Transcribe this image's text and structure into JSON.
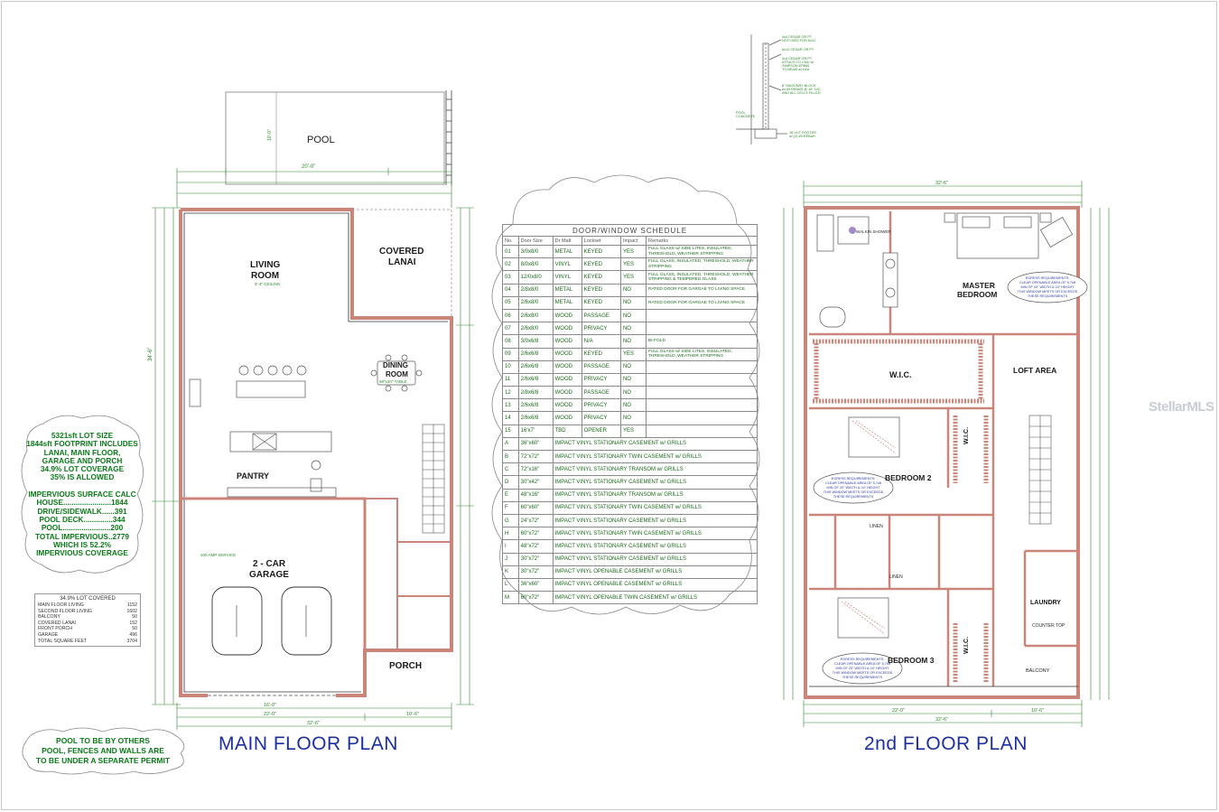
{
  "titles": {
    "main": "MAIN FLOOR PLAN",
    "second": "2nd FLOOR PLAN"
  },
  "watermark": "StellarMLS",
  "rooms_main": {
    "pool": "POOL",
    "living_1": "LIVING",
    "living_2": "ROOM",
    "living_ceiling": "9'-4\" CEILING",
    "covered_lanai_1": "COVERED",
    "covered_lanai_2": "LANAI",
    "dining_1": "DINING",
    "dining_2": "ROOM",
    "dining_table": "68\"x40\" TABLE",
    "pantry": "PANTRY",
    "garage_1": "2 - CAR",
    "garage_2": "GARAGE",
    "porch": "PORCH",
    "service": "200 AMP SERVICE"
  },
  "rooms_second": {
    "master_1": "MASTER",
    "master_2": "BEDROOM",
    "wic": "W.I.C.",
    "loft": "LOFT AREA",
    "bedroom2": "BEDROOM 2",
    "bedroom3": "BEDROOM 3",
    "laundry": "LAUNDRY",
    "balcony": "BALCONY",
    "linen": "LINEN",
    "walkin_shower": "WALKIN SHOWER",
    "counter_top": "COUNTER TOP"
  },
  "dimensions": {
    "pool_width": "20'-0\"",
    "pool_depth": "10'-0\"",
    "main_total_width": "32'-6\"",
    "second_total_width": "32'-6\"",
    "main_bottom_left": "22'-0\"",
    "main_bottom_right": "10'-6\"",
    "second_bottom_left": "22'-0\"",
    "second_bottom_right": "10'-6\"",
    "main_height": "34'-6\"",
    "garage_door": "16'-0\""
  },
  "lot_note": {
    "lines": [
      "5321sft LOT SIZE",
      "1844sft FOOTPRINT INCLUDES",
      "LANAI, MAIN FLOOR,",
      "GARAGE AND PORCH",
      "34.9% LOT COVERAGE",
      "35% IS ALLOWED",
      "",
      "IMPERVIOUS SURFACE CALC",
      "HOUSE.......................1844",
      "DRIVE/SIDEWALK......391",
      "POOL DECK..............344",
      "POOL.......................200",
      "TOTAL IMPERVIOUS..2779",
      "WHICH IS 52.2%",
      "IMPERVIOUS COVERAGE"
    ]
  },
  "coverage_table": {
    "title": "34.9% LOT COVERED",
    "rows": [
      {
        "label": "MAIN FLOOR LIVING",
        "value": "1152"
      },
      {
        "label": "SECOND FLOOR LIVING",
        "value": "1602"
      },
      {
        "label": "BALCONY",
        "value": "50"
      },
      {
        "label": "COVERED LANAI",
        "value": "152"
      },
      {
        "label": "FRONT PORCH",
        "value": "50"
      },
      {
        "label": "GARAGE",
        "value": "496"
      },
      {
        "label": "TOTAL SQUARE FEET",
        "value": "3704"
      }
    ]
  },
  "permit_note": {
    "lines": [
      "POOL TO BE BY OTHERS",
      "POOL, FENCES AND WALLS ARE",
      "TO BE UNDER A SEPARATE PERMIT"
    ]
  },
  "schedule": {
    "title": "DOOR/WINDOW SCHEDULE",
    "headers": [
      "No.",
      "Door Size",
      "Dr Matl",
      "Lockset",
      "Impact",
      "Remarks"
    ],
    "doors": [
      [
        "01",
        "3/0x8/0",
        "METAL",
        "KEYED",
        "YES",
        "FULL GLASS w/ SIDE LITES, INSULATED, THRESHOLD, WEATHER STRIPPING"
      ],
      [
        "02",
        "8/0x8/0",
        "VINYL",
        "KEYED",
        "YES",
        "FULL GLASS, INSULATED, THRESHOLD, WEATHER STRIPPING"
      ],
      [
        "03",
        "12/0x8/0",
        "VINYL",
        "KEYED",
        "YES",
        "FULL GLASS, INSULATED, THRESHOLD, WEATHER STRIPPING & TEMPERED GLASS"
      ],
      [
        "04",
        "2/8x8/0",
        "METAL",
        "KEYED",
        "NO",
        "RATED DOOR FOR GARGAE TO LIVING SPACE"
      ],
      [
        "05",
        "2/6x8/0",
        "METAL",
        "KEYED",
        "NO",
        "RATED DOOR FOR GARGAE TO LIVING SPACE"
      ],
      [
        "06",
        "2/6x8/0",
        "WOOD",
        "PASSAGE",
        "NO",
        ""
      ],
      [
        "07",
        "2/6x8/0",
        "WOOD",
        "PRIVACY",
        "NO",
        ""
      ],
      [
        "08",
        "3/0x6/8",
        "WOOD",
        "N/A",
        "NO",
        "BI-FOLD"
      ],
      [
        "09",
        "2/6x6/8",
        "WOOD",
        "KEYED",
        "YES",
        "FULL GLASS w/ SIDE LITES, INSULATED, THRESHOLD, WEATHER STRIPPING"
      ],
      [
        "10",
        "2/6x6/8",
        "WOOD",
        "PASSAGE",
        "NO",
        ""
      ],
      [
        "11",
        "2/6x6/8",
        "WOOD",
        "PRIVACY",
        "NO",
        ""
      ],
      [
        "12",
        "2/8x6/8",
        "WOOD",
        "PASSAGE",
        "NO",
        ""
      ],
      [
        "13",
        "2/6x6/8",
        "WOOD",
        "PRIVACY",
        "NO",
        ""
      ],
      [
        "14",
        "2/6x6/8",
        "WOOD",
        "PRIVACY",
        "NO",
        ""
      ],
      [
        "15",
        "16'x7'",
        "TBD",
        "OPENER",
        "YES",
        ""
      ]
    ],
    "windows": [
      [
        "A",
        "36\"x60\"",
        "IMPACT VINYL STATIONARY CASEMENT w/ GRILLS"
      ],
      [
        "B",
        "72\"x72\"",
        "IMPACT VINYL STATIONARY TWIN CASEMENT w/ GRILLS"
      ],
      [
        "C",
        "72\"x16\"",
        "IMPACT VINYL STATIONARY TRANSOM w/ GRILLS"
      ],
      [
        "D",
        "30\"x42\"",
        "IMPACT VINYL STATIONARY CASEMENT w/ GRILLS"
      ],
      [
        "E",
        "48\"x16\"",
        "IMPACT VINYL STATIONARY TRANSOM w/ GRILLS"
      ],
      [
        "F",
        "60\"x60\"",
        "IMPACT VINYL STATIONARY TWIN CASEMENT w/ GRILLS"
      ],
      [
        "G",
        "24\"x72\"",
        "IMPACT VINYL STATIONARY CASEMENT w/ GRILLS"
      ],
      [
        "H",
        "60\"x72\"",
        "IMPACT VINYL STATIONARY TWIN CASEMENT w/ GRILLS"
      ],
      [
        "I",
        "48\"x72\"",
        "IMPACT VINYL STATIONARY CASEMENT w/ GRILLS"
      ],
      [
        "J",
        "30\"x72\"",
        "IMPACT VINYL STATIONARY CASEMENT w/ GRILLS"
      ],
      [
        "K",
        "30\"x72\"",
        "IMPACT VINYL OPENABLE CASEMENT w/ GRILLS"
      ],
      [
        "L",
        "36\"x60\"",
        "IMPACT VINYL OPENABLE CASEMENT w/ GRILLS"
      ],
      [
        "M",
        "60\"x72\"",
        "IMPACT VINYL OPENABLE TWIN CASEMENT w/ GRILLS"
      ]
    ]
  },
  "egress_note": {
    "lines": [
      "EGRESS REQUIREMENTS:",
      "CLEAR OPENABLE AREA OF 5.7sft",
      "MIN OF 20\" WIDTH & 24\" HEIGHT",
      "THIS WINDOW MEETS OR EXCEEDS",
      "THESE REQUIREMENTS"
    ]
  },
  "colors": {
    "wall": "#c9857a",
    "dim": "#2a8a2a",
    "room_text": "#1a1a1a",
    "note_green": "#0a7a18",
    "title_blue": "#1d2fa0",
    "egress_blue": "#2a3aa0"
  }
}
